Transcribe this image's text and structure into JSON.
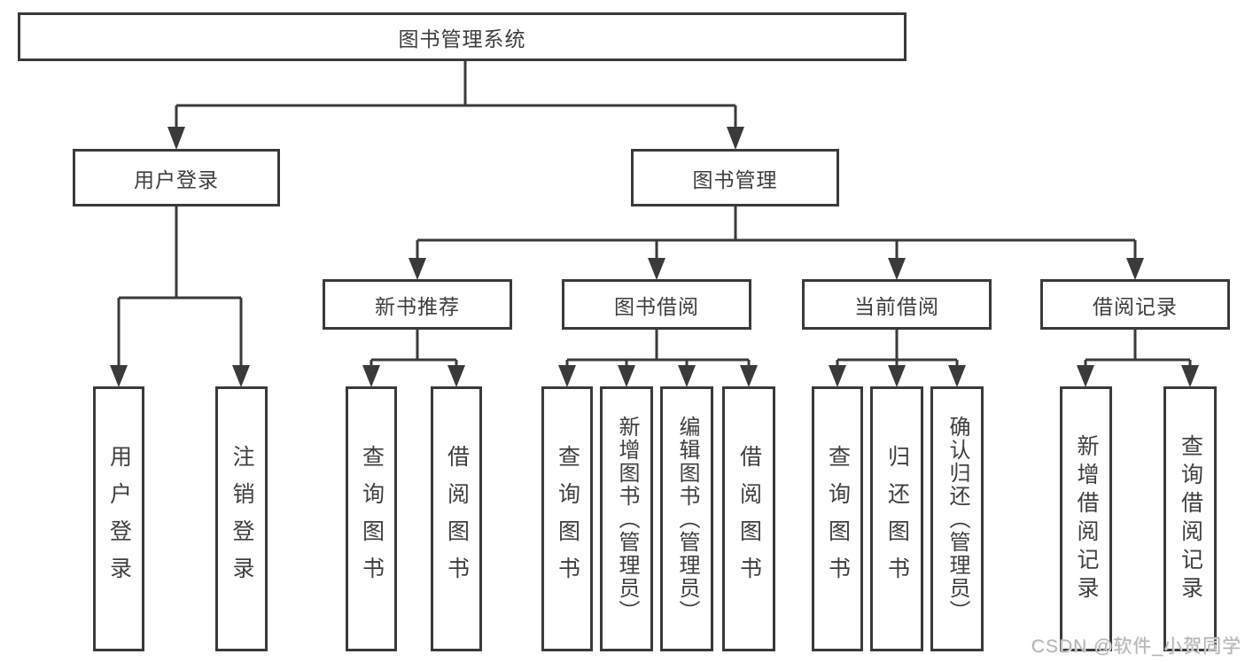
{
  "diagram": {
    "root": {
      "label": "图书管理系统"
    },
    "children": [
      {
        "label": "用户登录",
        "leaves": [
          {
            "label": "用户登录"
          },
          {
            "label": "注销登录"
          }
        ]
      },
      {
        "label": "图书管理",
        "children": [
          {
            "label": "新书推荐",
            "leaves": [
              {
                "label": "查询图书"
              },
              {
                "label": "借阅图书"
              }
            ]
          },
          {
            "label": "图书借阅",
            "leaves": [
              {
                "label": "查询图书"
              },
              {
                "label": "新增图书（管理员）"
              },
              {
                "label": "编辑图书（管理员）"
              },
              {
                "label": "借阅图书"
              }
            ]
          },
          {
            "label": "当前借阅",
            "leaves": [
              {
                "label": "查询图书"
              },
              {
                "label": "归还图书"
              },
              {
                "label": "确认归还（管理员）"
              }
            ]
          },
          {
            "label": "借阅记录",
            "leaves": [
              {
                "label": "新增借阅记录"
              },
              {
                "label": "查询借阅记录"
              }
            ]
          }
        ]
      }
    ]
  },
  "watermark": {
    "text": "CSDN @软件_小贺同学"
  },
  "colors": {
    "line": "#3a3a3a",
    "text": "#3d3d3d",
    "box_background": "#ffffff",
    "watermark": "#b5b5b5"
  }
}
